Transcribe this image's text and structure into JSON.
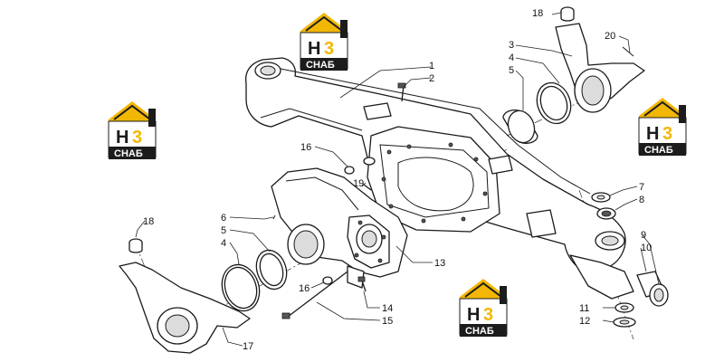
{
  "watermark": {
    "logo_letter": "H",
    "logo_digit": "3",
    "brand_text": "СНАБ",
    "colors": {
      "roof": "#f2b705",
      "box": "#1c1c1c",
      "text": "#ffffff"
    }
  },
  "callouts": [
    {
      "id": "c1",
      "label": "1"
    },
    {
      "id": "c2",
      "label": "2"
    },
    {
      "id": "c3",
      "label": "3"
    },
    {
      "id": "c4r",
      "label": "4"
    },
    {
      "id": "c5r",
      "label": "5"
    },
    {
      "id": "c6",
      "label": "6"
    },
    {
      "id": "c5l",
      "label": "5"
    },
    {
      "id": "c4l",
      "label": "4"
    },
    {
      "id": "c7",
      "label": "7"
    },
    {
      "id": "c8",
      "label": "8"
    },
    {
      "id": "c9",
      "label": "9"
    },
    {
      "id": "c10",
      "label": "10"
    },
    {
      "id": "c11",
      "label": "11"
    },
    {
      "id": "c12",
      "label": "12"
    },
    {
      "id": "c13",
      "label": "13"
    },
    {
      "id": "c14",
      "label": "14"
    },
    {
      "id": "c15",
      "label": "15"
    },
    {
      "id": "c16a",
      "label": "16"
    },
    {
      "id": "c16b",
      "label": "16"
    },
    {
      "id": "c17",
      "label": "17"
    },
    {
      "id": "c18a",
      "label": "18"
    },
    {
      "id": "c18b",
      "label": "18"
    },
    {
      "id": "c19",
      "label": "19"
    },
    {
      "id": "c20",
      "label": "20"
    }
  ]
}
